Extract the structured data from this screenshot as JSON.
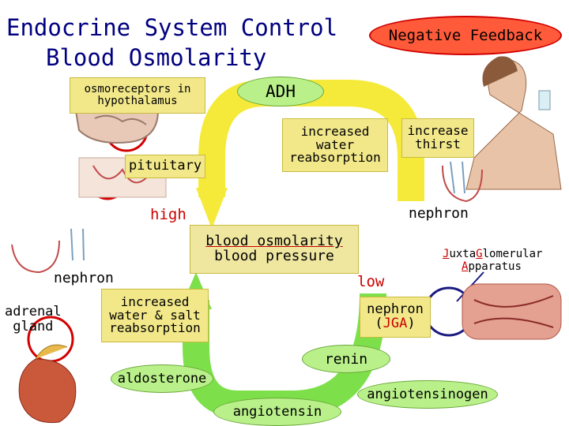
{
  "title": {
    "line1": "Endocrine System Control",
    "line2": "Blood Osmolarity"
  },
  "badge": "Negative Feedback",
  "labels": {
    "osmoreceptors_1": "osmoreceptors in",
    "osmoreceptors_2": "hypothalamus",
    "adh": "ADH",
    "pituitary": "pituitary",
    "increased_water_1": "increased",
    "increased_water_2": "water",
    "increased_water_3": "reabsorption",
    "thirst_1": "increase",
    "thirst_2": "thirst",
    "high": "high",
    "nephron_right": "nephron",
    "center_1": "blood osmolarity",
    "center_2": "blood pressure",
    "nephron_left": "nephron",
    "salt_1": "increased",
    "salt_2": "water & salt",
    "salt_3": "reabsorption",
    "adrenal_1": "adrenal",
    "adrenal_2": "gland",
    "low": "low",
    "jga_nephron": "nephron",
    "jga_paren_open": "(",
    "jga_abbrev": "JGA",
    "jga_paren_close": ")",
    "jga_j": "J",
    "jga_uxta": "uxta",
    "jga_g": "G",
    "jga_lomerular": "lomerular",
    "jga_a": "A",
    "jga_pparatus": "pparatus",
    "renin": "renin",
    "aldosterone": "aldosterone",
    "angiotensinogen": "angiotensinogen",
    "angiotensin": "angiotensin"
  },
  "colors": {
    "title": "#000080",
    "accent_red": "#cc0000",
    "arrow_yellow": "#f5ea3a",
    "arrow_green": "#7de04a",
    "box_yellow": "#f2e88a",
    "pill_green": "#b9f08a",
    "highlight_circle": "#d40000",
    "jga_circle": "#1a1a80"
  }
}
